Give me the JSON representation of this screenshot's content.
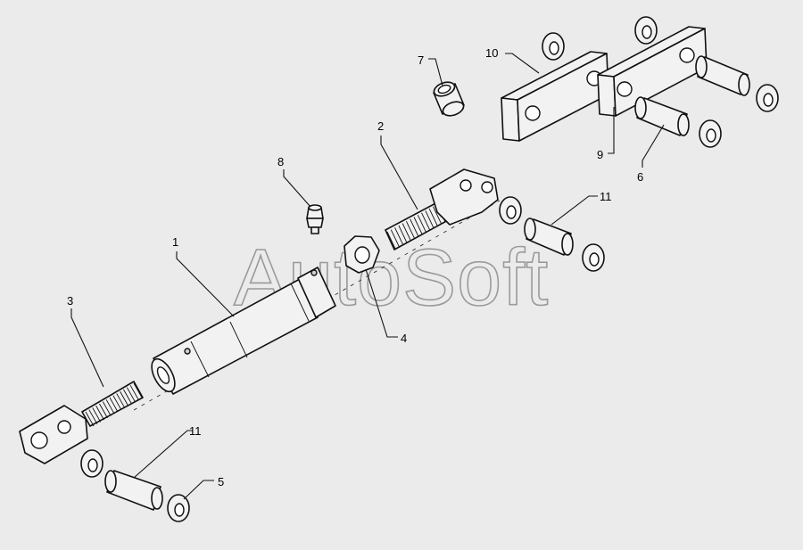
{
  "watermark": "AutoSoft",
  "callouts": {
    "c1": "1",
    "c2": "2",
    "c3": "3",
    "c4": "4",
    "c5": "5",
    "c6": "6",
    "c7": "7",
    "c8": "8",
    "c9": "9",
    "c10": "10",
    "c11a": "11",
    "c11b": "11"
  },
  "colors": {
    "background": "#ebebeb",
    "line": "#111111",
    "watermark": "#9a9a9a"
  }
}
